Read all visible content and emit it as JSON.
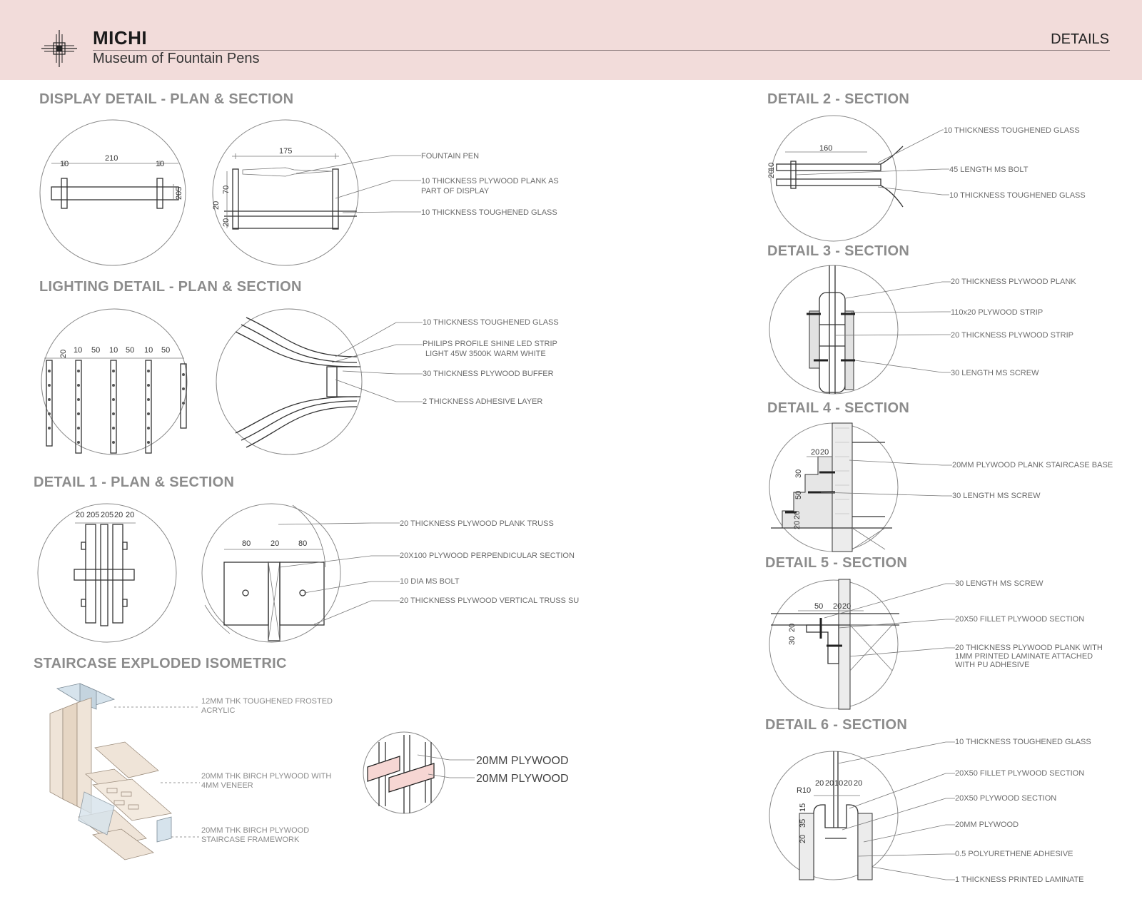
{
  "header": {
    "brand": "MICHI",
    "subtitle": "Museum of Fountain Pens",
    "section_label": "DETAILS",
    "logo_icon": "cross-pen-logo-icon",
    "background_color": "#f2dcda"
  },
  "headings": {
    "display": "DISPLAY DETAIL - PLAN & SECTION",
    "lighting": "LIGHTING DETAIL - PLAN & SECTION",
    "detail1": "DETAIL 1 - PLAN & SECTION",
    "staircase": "STAIRCASE EXPLODED ISOMETRIC",
    "detail2": "DETAIL 2 - SECTION",
    "detail3": "DETAIL 3 - SECTION",
    "detail4": "DETAIL 4 - SECTION",
    "detail5": "DETAIL 5 - SECTION",
    "detail6": "DETAIL 6 - SECTION"
  },
  "display": {
    "plan_dims": [
      "10",
      "210",
      "10",
      "205"
    ],
    "section_dims": [
      "175",
      "20",
      "70",
      "20"
    ],
    "labels": [
      "FOUNTAIN PEN",
      "10 THICKNESS PLYWOOD PLANK AS",
      "PART OF DISPLAY",
      "10 THICKNESS TOUGHENED GLASS"
    ]
  },
  "lighting": {
    "plan_dims": [
      "20",
      "10",
      "50",
      "10",
      "50",
      "10",
      "50"
    ],
    "labels": [
      "10 THICKNESS TOUGHENED GLASS",
      "PHILIPS PROFILE SHINE LED STRIP",
      "LIGHT 45W 3500K WARM WHITE",
      "30 THICKNESS PLYWOOD BUFFER",
      "2 THICKNESS ADHESIVE LAYER"
    ]
  },
  "detail1": {
    "plan_dims": [
      "20",
      "205",
      "20",
      "5",
      "20",
      "20"
    ],
    "section_dims": [
      "80",
      "20",
      "80"
    ],
    "labels": [
      "20 THICKNESS PLYWOOD PLANK TRUSS",
      "20X100 PLYWOOD PERPENDICULAR SECTION",
      "10 DIA MS BOLT",
      "20 THICKNESS PLYWOOD VERTICAL TRUSS SU"
    ]
  },
  "staircase": {
    "labels": [
      "12MM THK TOUGHENED FROSTED",
      "ACRYLIC",
      "20MM THK BIRCH PLYWOOD WITH",
      "4MM VENEER",
      "20MM THK BIRCH PLYWOOD",
      "STAIRCASE FRAMEWORK"
    ],
    "callouts": [
      "20MM PLYWOOD",
      "20MM PLYWOOD"
    ]
  },
  "detail2": {
    "dims": [
      "160",
      "20",
      "10"
    ],
    "labels": [
      "10 THICKNESS TOUGHENED GLASS",
      "45 LENGTH MS BOLT",
      "10 THICKNESS TOUGHENED GLASS"
    ]
  },
  "detail3": {
    "labels": [
      "20 THICKNESS PLYWOOD PLANK",
      "110x20 PLYWOOD STRIP",
      "20 THICKNESS PLYWOOD STRIP",
      "30 LENGTH MS SCREW"
    ]
  },
  "detail4": {
    "dims": [
      "20",
      "20",
      "30",
      "50",
      "20",
      "20"
    ],
    "labels": [
      "20MM PLYWOOD PLANK STAIRCASE BASE",
      "30 LENGTH MS SCREW"
    ]
  },
  "detail5": {
    "dims": [
      "50",
      "20",
      "20",
      "30",
      "20"
    ],
    "labels": [
      "30 LENGTH MS SCREW",
      "20X50 FILLET PLYWOOD SECTION",
      "20 THICKNESS PLYWOOD PLANK WITH",
      "1MM PRINTED LAMINATE ATTACHED",
      "WITH PU ADHESIVE"
    ]
  },
  "detail6": {
    "dims": [
      "R10",
      "20",
      "20",
      "10",
      "20",
      "20",
      "15",
      "35",
      "20"
    ],
    "labels": [
      "10 THICKNESS TOUGHENED GLASS",
      "20X50 FILLET PLYWOOD SECTION",
      "20X50 PLYWOOD SECTION",
      "20MM PLYWOOD",
      "0.5 POLYURETHENE ADHESIVE",
      "1 THICKNESS PRINTED LAMINATE"
    ]
  },
  "colors": {
    "header_band": "#f2dcda",
    "heading_gray": "#8c8c8c",
    "acrylic_blue": "#d6e3ec",
    "plywood_beige": "#efe4d8",
    "plywood_pink": "#f6d6d3"
  }
}
